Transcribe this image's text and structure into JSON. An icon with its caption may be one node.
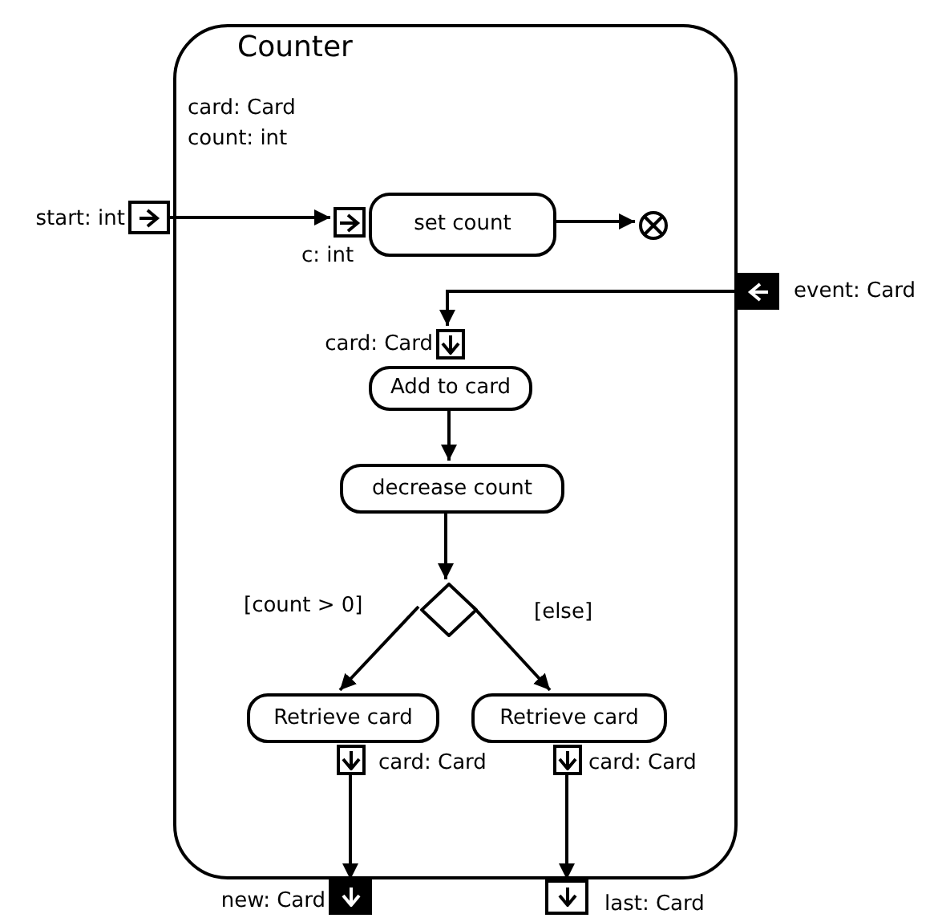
{
  "diagram": {
    "nodes": [
      {
        "text": [
          "Counter",
          "card: Card",
          "count: int"
        ]
      },
      {
        "text": [],
        "shape": "box",
        "beside": [
          "start: int"
        ]
      },
      {
        "text": [
          "set count"
        ],
        "in": 0
      },
      {
        "text": [],
        "shape": "box",
        "beside": [
          "c: int"
        ],
        "in": 0
      },
      {
        "text": [],
        "shape": "circle",
        "in": 0
      },
      {
        "text": [],
        "shape": "box",
        "beside": [
          "event: Card"
        ]
      },
      {
        "text": [],
        "shape": "box",
        "beside": [
          "card: Card"
        ],
        "in": 0
      },
      {
        "text": [
          "Add to card"
        ],
        "in": 0
      },
      {
        "text": [
          "decrease count"
        ],
        "in": 0
      },
      {
        "text": [],
        "shape": "diamond",
        "in": 0
      },
      {
        "text": [
          "Retrieve card"
        ],
        "in": 0
      },
      {
        "text": [
          "Retrieve card"
        ],
        "in": 0
      },
      {
        "text": [],
        "shape": "box",
        "beside": [
          "card: Card"
        ],
        "in": 0
      },
      {
        "text": [],
        "shape": "box",
        "beside": [
          "card: Card"
        ],
        "in": 0
      },
      {
        "text": [],
        "shape": "box",
        "beside": [
          "new: Card"
        ]
      },
      {
        "text": [],
        "shape": "box",
        "beside": [
          "last: Card"
        ]
      }
    ],
    "edges": [
      {
        "from": 1,
        "to": 3,
        "arrow": "to"
      },
      {
        "from": 2,
        "to": 4,
        "arrow": "to"
      },
      {
        "from": 5,
        "to": 6,
        "arrow": "to"
      },
      {
        "from": 7,
        "to": 8,
        "arrow": "to"
      },
      {
        "from": 8,
        "to": 9,
        "arrow": "to"
      },
      {
        "from": 9,
        "to": 10,
        "arrow": "to",
        "label": "[count > 0]"
      },
      {
        "from": 9,
        "to": 11,
        "arrow": "to",
        "label": "[else]"
      },
      {
        "from": 12,
        "to": 14,
        "arrow": "to"
      },
      {
        "from": 13,
        "to": 15,
        "arrow": "to"
      }
    ]
  }
}
